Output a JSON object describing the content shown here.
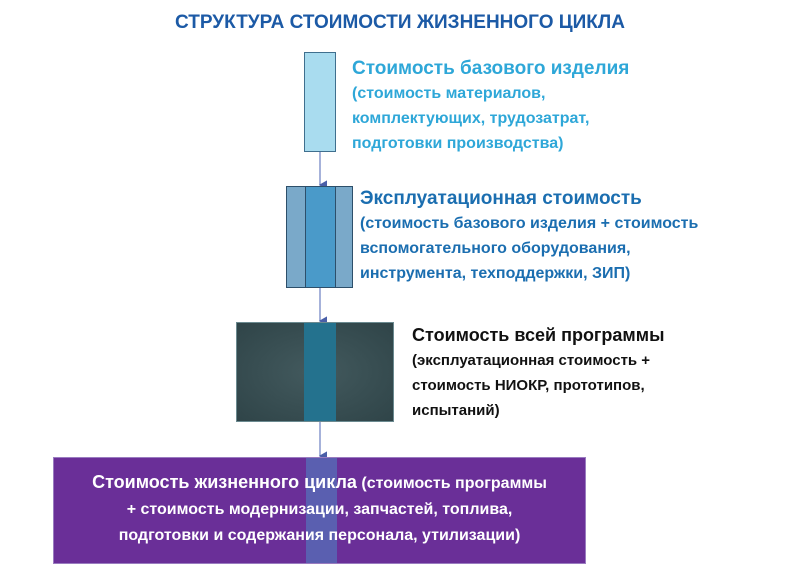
{
  "title": "СТРУКТУРА СТОИМОСТИ ЖИЗНЕННОГО ЦИКЛА",
  "colors": {
    "title": "#1c5aa6",
    "level1": "#2ea7d8",
    "level2": "#1b6eb0",
    "level3": "#111111",
    "level4_bg": "#6a2f98"
  },
  "levels": [
    {
      "heading": "Стоимость базового изделия",
      "lines": [
        "(стоимость материалов,",
        "комплектующих, трудозатрат,",
        "подготовки производства)"
      ]
    },
    {
      "heading": "Эксплуатационная стоимость",
      "lines": [
        "(стоимость базового изделия + стоимость",
        "вспомогательного оборудования,",
        "инструмента, техподдержки, ЗИП)"
      ]
    },
    {
      "heading": "Стоимость всей программы",
      "lines": [
        "(эксплуатационная стоимость +",
        "стоимость НИОКР, прототипов,",
        "испытаний)"
      ]
    },
    {
      "heading": "Стоимость жизненного цикла",
      "lines": [
        "(стоимость программы",
        "+ стоимость модернизации, запчастей, топлива,",
        "подготовки и содержания персонала, утилизации)"
      ]
    }
  ]
}
